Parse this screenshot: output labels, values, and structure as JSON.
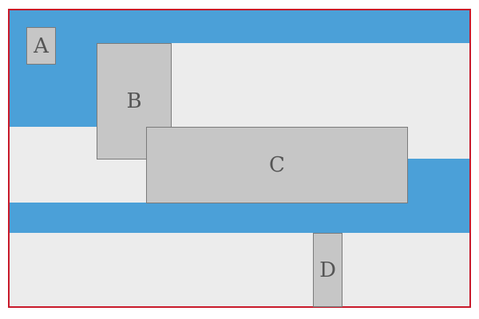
{
  "diagram": {
    "border_color": "#c8192a",
    "background_color": "#ececec",
    "band_color": "#4ba0d8",
    "box_color": "#c6c6c6",
    "boxes": [
      {
        "id": "A",
        "label": "A"
      },
      {
        "id": "B",
        "label": "B"
      },
      {
        "id": "C",
        "label": "C"
      },
      {
        "id": "D",
        "label": "D"
      }
    ]
  }
}
